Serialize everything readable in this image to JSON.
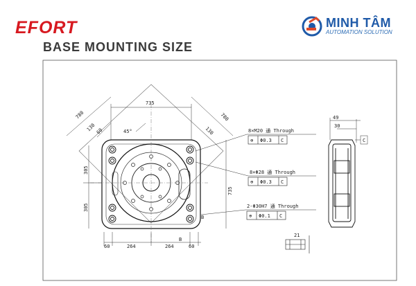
{
  "header": {
    "brand": "EFORT",
    "title": "BASE MOUNTING SIZE",
    "partner_name": "MINH TÂM",
    "partner_tagline": "AUTOMATION SOLUTION",
    "partner_logo_icon": "gear-robot-arm-icon",
    "brand_color": "#d71920",
    "partner_color": "#1f5aa8"
  },
  "drawing": {
    "dims": {
      "top_width": "735",
      "diag_left": "780",
      "diag_right": "780",
      "small_130_left": "130",
      "small_60": "60",
      "small_130_right": "130",
      "angle": "45°",
      "left_305_upper": "305",
      "left_305_lower": "305",
      "right_735": "735",
      "bottom_60_left": "60",
      "bottom_264_left": "264",
      "bottom_264_right": "264",
      "bottom_60_right": "60",
      "side_49": "49",
      "side_30": "30",
      "ref_b_left": "B",
      "ref_b_right": "B",
      "ref_c": "C",
      "section_label": "21"
    },
    "callouts": [
      {
        "spec": "8×M20 通 Through",
        "symbol": "⊕",
        "tolerance": "Φ0.3",
        "datum": "C"
      },
      {
        "spec": "8×Φ28 通 Through",
        "symbol": "⊕",
        "tolerance": "Φ0.3",
        "datum": "C"
      },
      {
        "spec": "2-Φ30H7 通 Through",
        "symbol": "⊕",
        "tolerance": "Φ0.1",
        "datum": "C"
      }
    ]
  }
}
